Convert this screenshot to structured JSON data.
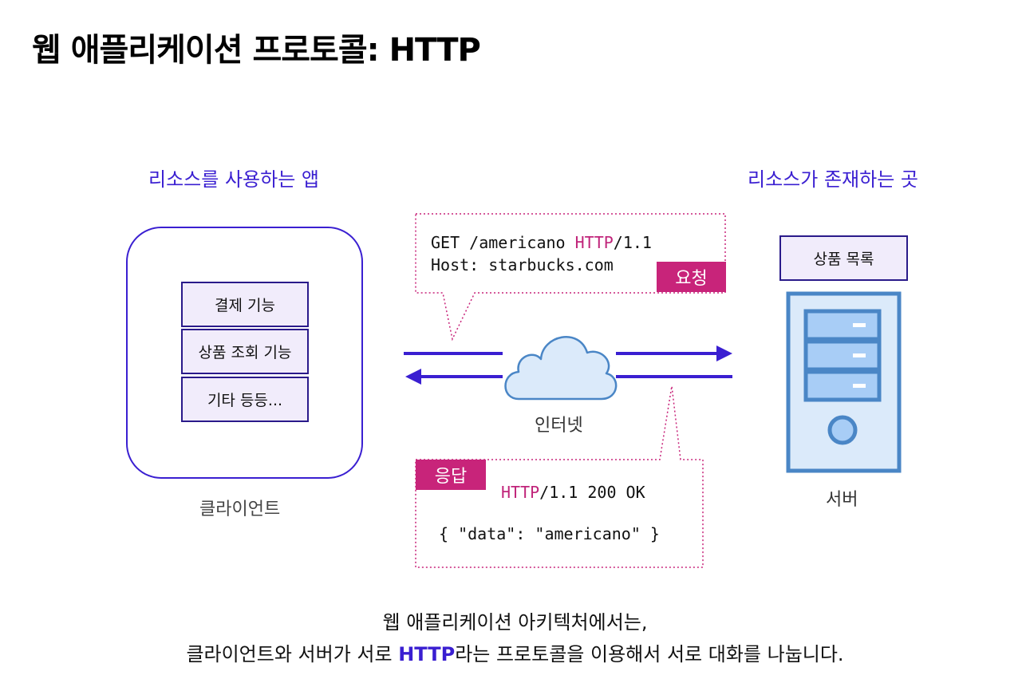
{
  "title": "웹 애플리케이션 프로토콜: HTTP",
  "client": {
    "heading": "리소스를 사용하는 앱",
    "features": [
      "결제 기능",
      "상품 조회 기능",
      "기타 등등..."
    ],
    "caption": "클라이언트"
  },
  "server": {
    "heading": "리소스가 존재하는 곳",
    "resource": "상품 목록",
    "caption": "서버"
  },
  "internet": {
    "caption": "인터넷"
  },
  "request": {
    "badge": "요청",
    "line1_prefix": "GET /americano ",
    "line1_protocol": "HTTP",
    "line1_suffix": "/1.1",
    "line2": "Host: starbucks.com"
  },
  "response": {
    "badge": "응답",
    "status_protocol": "HTTP",
    "status_suffix": "/1.1 200 OK",
    "body": "{ \"data\": \"americano\" }"
  },
  "footer": {
    "line1": "웹 애플리케이션 아키텍처에서는,",
    "line2_prefix": "클라이언트와 서버가 서로 ",
    "line2_highlight": "HTTP",
    "line2_suffix": "라는 프로토콜을 이용해서 서로 대화를 나눕니다."
  },
  "colors": {
    "accent": "#3a1fd1",
    "badge": "#c8247a",
    "server_blue": "#4a86c6",
    "cloud_fill": "#dbeafa"
  }
}
